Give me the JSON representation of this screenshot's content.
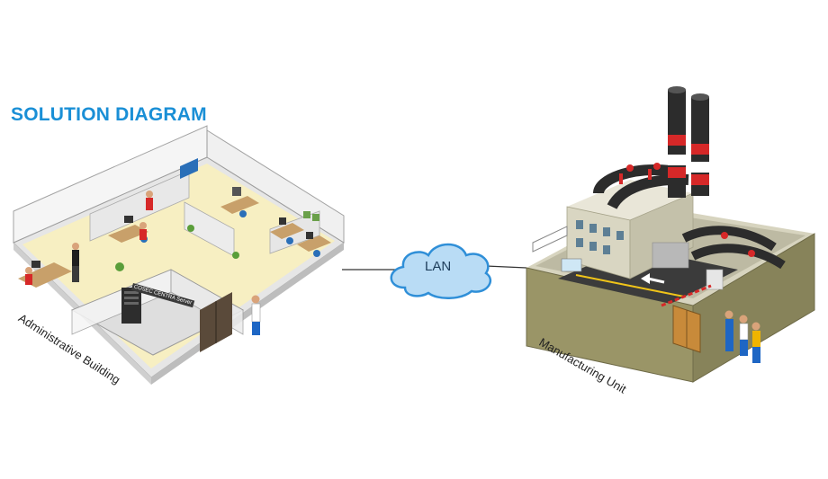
{
  "diagram": {
    "title": "SOLUTION DIAGRAM",
    "link_label": "LAN",
    "left_building": "Administrative Building",
    "right_building": "Manufacturing Unit",
    "server_label": "COSEC CENTRA Server"
  },
  "colors": {
    "title": "#1a8fd6",
    "cloud": "#2f8fd8",
    "cloud_light": "#b9dcf5",
    "floor": "#f7efc2",
    "factory_wall": "#9a9567",
    "factory_roof": "#e9e6d8",
    "chimney_red": "#d62828",
    "chimney_dark": "#2c2c2c",
    "road": "#3b3b3b",
    "road_line": "#f0c419"
  },
  "icons": [
    "cloud-icon",
    "office-building-icon",
    "factory-icon",
    "server-icon",
    "worker-icon"
  ]
}
